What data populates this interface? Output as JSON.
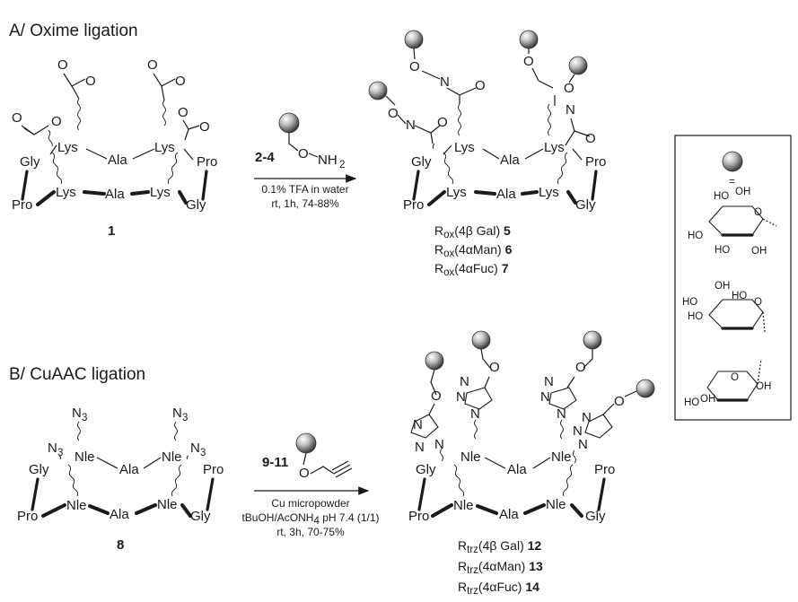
{
  "section_a": {
    "title": "A/ Oxime ligation",
    "compound_label": "1",
    "reagent_label": "2-4",
    "reagent_group": "O",
    "reagent_amine": "NH",
    "reagent_amine_sub": "2",
    "conditions": [
      "0.1% TFA in water",
      "rt, 1h, 74-88%"
    ],
    "products": [
      {
        "prefix": "R",
        "sub": "ox",
        "desc": "(4β Gal) ",
        "num": "5"
      },
      {
        "prefix": "R",
        "sub": "ox",
        "desc": "(4αMan) ",
        "num": "6"
      },
      {
        "prefix": "R",
        "sub": "ox",
        "desc": "(4αFuc) ",
        "num": "7"
      }
    ]
  },
  "section_b": {
    "title": "B/ CuAAC ligation",
    "compound_label": "8",
    "reagent_label": "9-11",
    "conditions": [
      "Cu micropowder",
      "tBuOH/AcONH",
      "4",
      " pH 7.4 (1/1)",
      "rt, 3h, 70-75%"
    ],
    "products": [
      {
        "prefix": "R",
        "sub": "trz",
        "desc": "(4β Gal) ",
        "num": "12"
      },
      {
        "prefix": "R",
        "sub": "trz",
        "desc": "(4αMan) ",
        "num": "13"
      },
      {
        "prefix": "R",
        "sub": "trz",
        "desc": "(4αFuc) ",
        "num": "14"
      }
    ]
  },
  "residues": {
    "lys": "Lys",
    "ala": "Ala",
    "gly": "Gly",
    "pro": "Pro",
    "nle": "Nle",
    "o": "O",
    "n": "N",
    "n3": "N",
    "n3_sub": "3"
  },
  "legend": {
    "equals": "=",
    "atoms": {
      "ho": "HO",
      "oh": "OH",
      "o": "O"
    }
  }
}
